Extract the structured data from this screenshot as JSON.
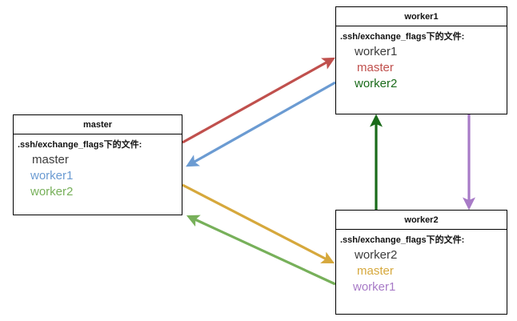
{
  "diagram": {
    "title": "SSH exchange_flags key distribution diagram",
    "background": "#ffffff",
    "border_color": "#000000"
  },
  "colors": {
    "master_to_worker1": "#C0504D",
    "worker1_to_master": "#6B9BD2",
    "master_to_worker2": "#D6A83C",
    "worker2_to_master": "#77B05A",
    "worker2_to_worker1": "#1A6B1A",
    "worker1_to_worker2": "#A87BC7",
    "text_default": "#3C3C3C"
  },
  "nodes": {
    "master": {
      "header": "master",
      "path_label": ".ssh/exchange_flags下的文件:",
      "files": [
        {
          "name": "master",
          "color": "#3C3C3C"
        },
        {
          "name": "worker1",
          "color": "#6B9BD2"
        },
        {
          "name": "worker2",
          "color": "#77B05A"
        }
      ]
    },
    "worker1": {
      "header": "worker1",
      "path_label": ".ssh/exchange_flags下的文件:",
      "files": [
        {
          "name": "worker1",
          "color": "#3C3C3C"
        },
        {
          "name": "master",
          "color": "#C0504D"
        },
        {
          "name": "worker2",
          "color": "#1A6B1A"
        }
      ]
    },
    "worker2": {
      "header": "worker2",
      "path_label": ".ssh/exchange_flags下的文件:",
      "files": [
        {
          "name": "worker2",
          "color": "#3C3C3C"
        },
        {
          "name": "master",
          "color": "#D6A83C"
        },
        {
          "name": "worker1",
          "color": "#A87BC7"
        }
      ]
    }
  },
  "arrows": [
    {
      "id": "master-to-worker1",
      "from": "master",
      "to": "worker1",
      "color": "#C0504D"
    },
    {
      "id": "worker1-to-master",
      "from": "worker1",
      "to": "master",
      "color": "#6B9BD2"
    },
    {
      "id": "master-to-worker2",
      "from": "master",
      "to": "worker2",
      "color": "#D6A83C"
    },
    {
      "id": "worker2-to-master",
      "from": "worker2",
      "to": "master",
      "color": "#77B05A"
    },
    {
      "id": "worker2-to-worker1",
      "from": "worker2",
      "to": "worker1",
      "color": "#1A6B1A"
    },
    {
      "id": "worker1-to-worker2",
      "from": "worker1",
      "to": "worker2",
      "color": "#A87BC7"
    }
  ]
}
